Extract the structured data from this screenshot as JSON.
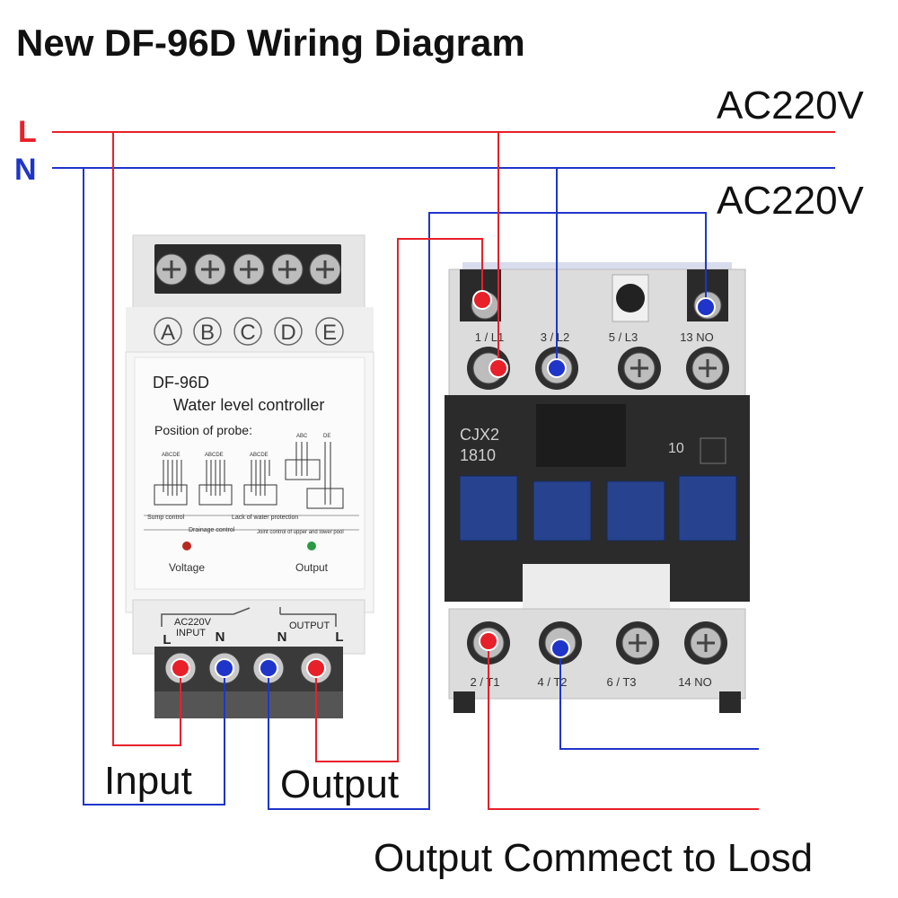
{
  "title": "New DF-96D Wiring Diagram",
  "lines": {
    "l_label": "L",
    "n_label": "N",
    "supply_voltage_top": "AC220V",
    "supply_voltage_mid": "AC220V"
  },
  "controller": {
    "terminals_top": [
      "A",
      "B",
      "C",
      "D",
      "E"
    ],
    "model": "DF-96D",
    "name": "Water level controller",
    "probe_heading": "Position of probe:",
    "probe_letters": [
      "ABCDE",
      "ABCDE",
      "ABCDE",
      "ABC",
      "DE"
    ],
    "captions": [
      "Sump control",
      "Drainage control",
      "Lack of water protection",
      "Joint control of upper and lower pool"
    ],
    "voltage_label": "Voltage",
    "output_label": "Output",
    "bottom_voltage": "AC220V",
    "bottom_input": "INPUT",
    "bottom_output": "OUTPUT",
    "bottom_terms": [
      "L",
      "N",
      "N",
      "L"
    ]
  },
  "contactor": {
    "model_line1": "CJX2",
    "model_line2": "1810",
    "aux": "10",
    "top_labels": [
      "1 / L1",
      "3 / L2",
      "5 / L3",
      "13 NO"
    ],
    "bottom_labels": [
      "2 / T1",
      "4 / T2",
      "6 / T3",
      "14 NO"
    ]
  },
  "labels": {
    "input": "Input",
    "output": "Output",
    "load": "Output Commect to Losd"
  },
  "colors": {
    "live": "#e8202a",
    "neutral": "#1f35c9",
    "label_L": "#e8202a",
    "label_N": "#1f35c9"
  }
}
